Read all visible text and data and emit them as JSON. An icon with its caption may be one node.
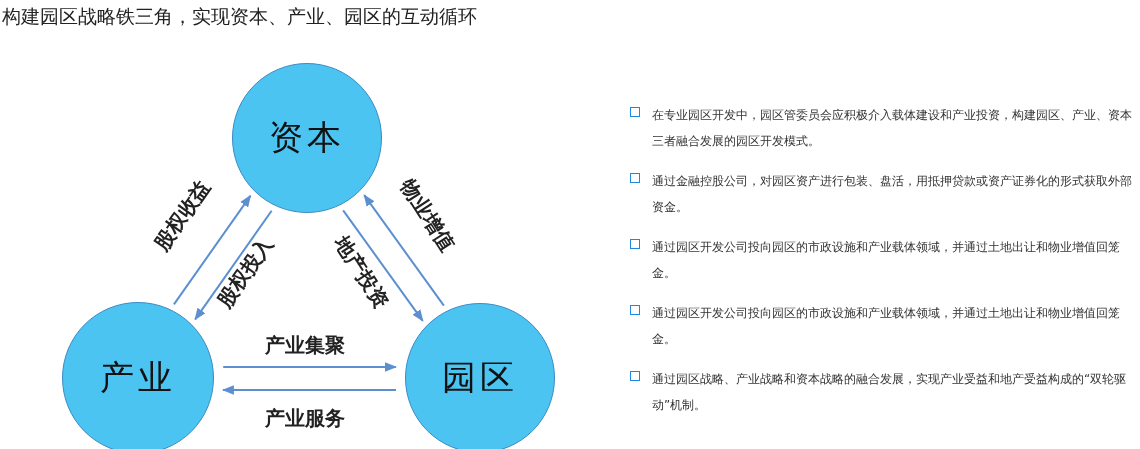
{
  "diagram": {
    "title": "构建园区战略铁三角，实现资本、产业、园区的互动循环",
    "nodes": [
      {
        "text": [
          "资本"
        ]
      },
      {
        "text": [
          "产业"
        ]
      },
      {
        "text": [
          "园区"
        ]
      }
    ],
    "edges": [
      {
        "from": 1,
        "to": 0,
        "arrow": "to",
        "label": "股权收益"
      },
      {
        "from": 0,
        "to": 1,
        "arrow": "to",
        "label": "股权投入"
      },
      {
        "from": 0,
        "to": 2,
        "arrow": "to",
        "label": "地产投资"
      },
      {
        "from": 2,
        "to": 0,
        "arrow": "to",
        "label": "物业增值"
      },
      {
        "from": 1,
        "to": 2,
        "arrow": "to",
        "label": "产业集聚"
      },
      {
        "from": 2,
        "to": 1,
        "arrow": "to",
        "label": "产业服务"
      }
    ],
    "labels": [
      "在专业园区开发中，园区管委员会应积极介入载体建设和产业投资，构建园区、产业、资本三者融合发展的园区开发模式。",
      "通过金融控股公司，对园区资产进行包装、盘活，用抵押贷款或资产证券化的形式获取外部资金。",
      "通过园区开发公司投向园区的市政设施和产业载体领域，并通过土地出让和物业增值回笼金。",
      "通过园区开发公司投向园区的市政设施和产业载体领域，并通过土地出让和物业增值回笼金。",
      "通过园区战略、产业战略和资本战略的融合发展，实现产业受益和地产受益构成的“双轮驱动”机制。"
    ]
  }
}
